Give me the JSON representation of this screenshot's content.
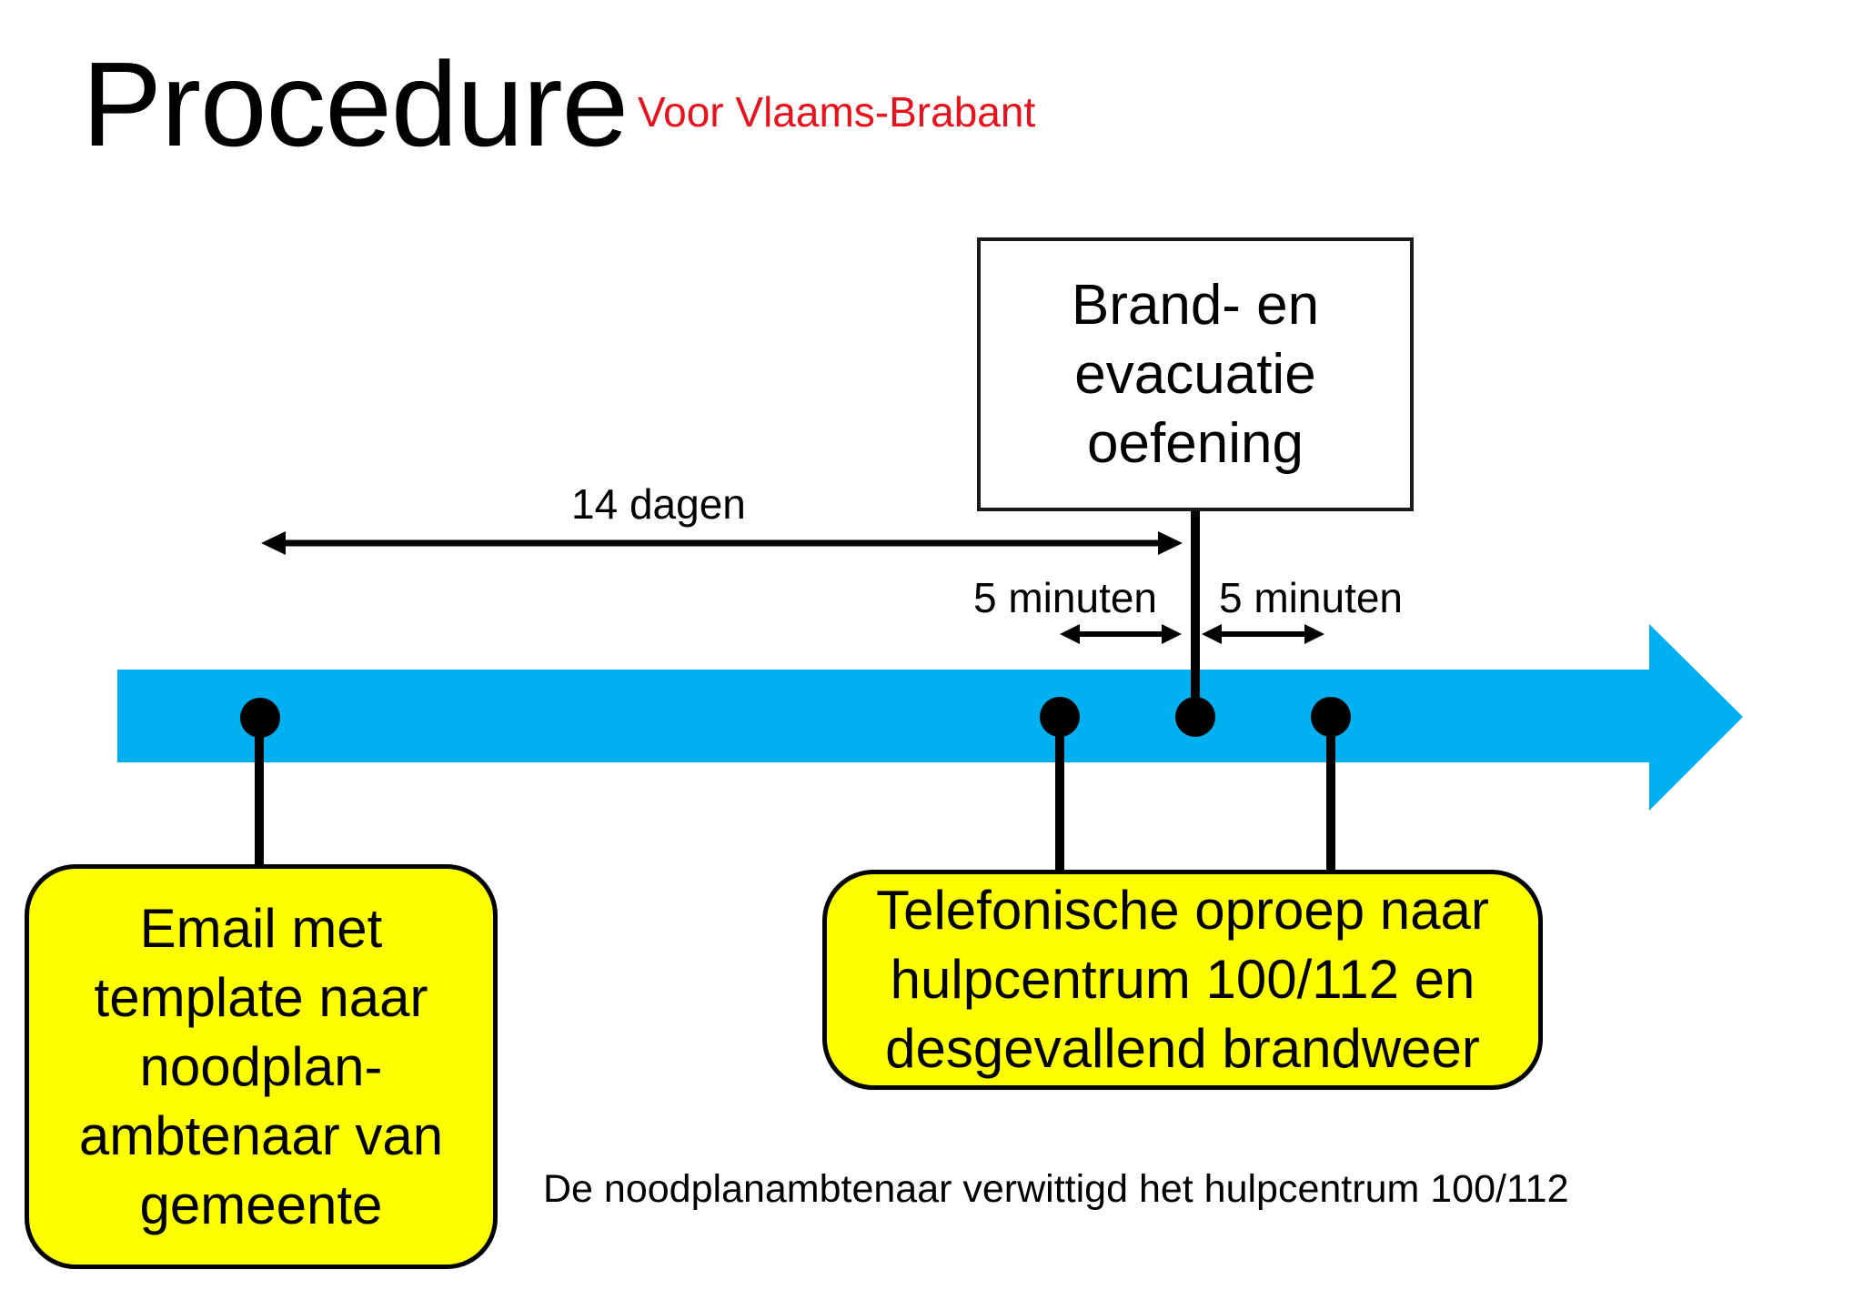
{
  "title": "Procedure",
  "subtitle": "Voor Vlaams-Brabant",
  "colors": {
    "arrow": "#00b0f0",
    "highlight_box": "#ffff00",
    "subtitle": "#e8121c",
    "line": "#000000"
  },
  "event_box": {
    "text": "Brand- en\nevacuatie\noefening"
  },
  "email_box": {
    "text": "Email  met\ntemplate naar\nnoodplan-\nambtenaar van\ngemeente"
  },
  "phone_box": {
    "text": "Telefonische oproep naar\nhulpcentrum 100/112 en\ndesgevallend brandweer"
  },
  "intervals": {
    "long": "14 dagen",
    "before": "5 minuten",
    "after": "5 minuten"
  },
  "note": "De noodplanambtenaar verwittigd het hulpcentrum 100/112"
}
